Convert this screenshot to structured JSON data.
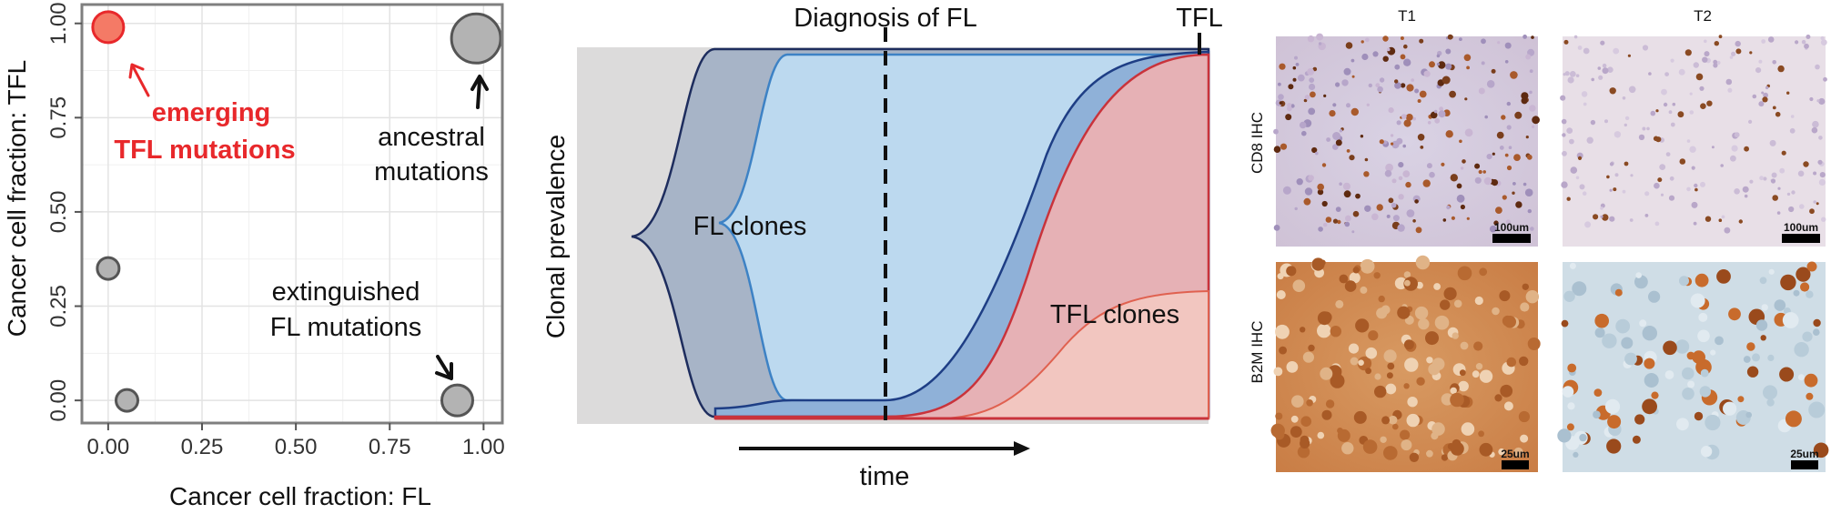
{
  "scatter": {
    "chart_data": {
      "type": "scatter",
      "xlabel": "Cancer cell fraction: FL",
      "ylabel": "Cancer cell fraction: TFL",
      "xlim": [
        -0.07,
        1.05
      ],
      "ylim": [
        -0.06,
        1.05
      ],
      "x_ticks": [
        "0.00",
        "0.25",
        "0.50",
        "0.75",
        "1.00"
      ],
      "y_ticks": [
        "0.00",
        "0.25",
        "0.50",
        "0.75",
        "1.00"
      ],
      "grid": true,
      "points": [
        {
          "x": 0.0,
          "y": 0.99,
          "group": "emerging",
          "size": "medium"
        },
        {
          "x": 0.98,
          "y": 0.96,
          "group": "ancestral",
          "size": "large"
        },
        {
          "x": 0.0,
          "y": 0.35,
          "group": "other",
          "size": "small"
        },
        {
          "x": 0.05,
          "y": 0.0,
          "group": "other",
          "size": "small"
        },
        {
          "x": 0.93,
          "y": 0.0,
          "group": "extinguished",
          "size": "medium"
        }
      ],
      "annotations": {
        "emerging": [
          "emerging",
          "TFL mutations"
        ],
        "ancestral": [
          "ancestral",
          "mutations"
        ],
        "extinguished": [
          "extinguished",
          "FL mutations"
        ]
      },
      "colors": {
        "emerging": "#f47a66",
        "emerging_edge": "#e8282b",
        "default": "#b3b3b3",
        "default_edge": "#555555"
      }
    }
  },
  "fishplot": {
    "ylabel": "Clonal prevalence",
    "xlabel": "time",
    "top_labels": {
      "diagnosis": "Diagnosis of FL",
      "tfl": "TFL"
    },
    "clone_labels": {
      "fl": "FL clones",
      "tfl": "TFL clones"
    }
  },
  "ihc": {
    "columns": [
      "T1",
      "T2"
    ],
    "rows": [
      "CD8 IHC",
      "B2M IHC"
    ],
    "scales": {
      "cd8": "100um",
      "b2m": "25um"
    }
  }
}
